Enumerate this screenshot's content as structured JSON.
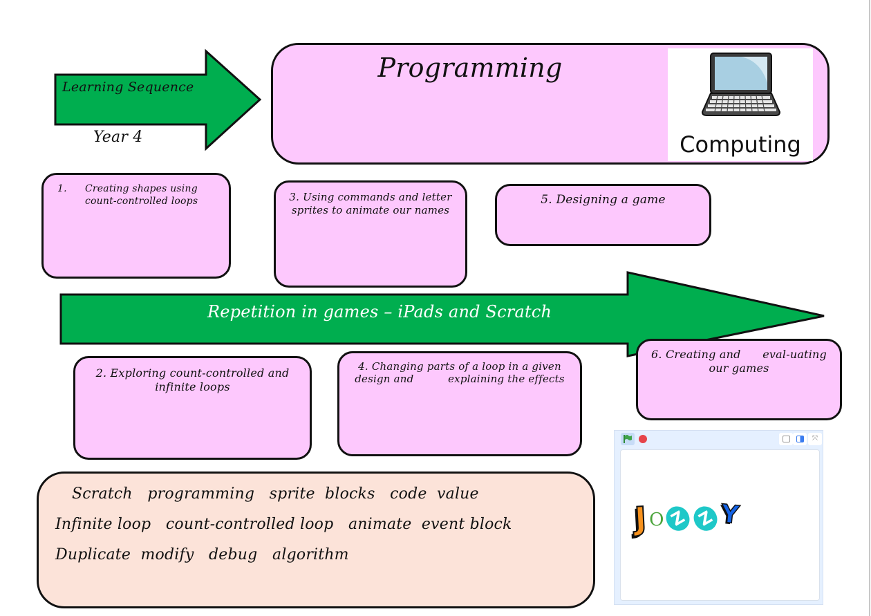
{
  "header": {
    "arrow_label": "Learning Sequence",
    "year": "Year 4",
    "title": "Programming",
    "subject_card": {
      "icon": "laptop-icon",
      "label": "Computing"
    }
  },
  "unit_arrow": {
    "label": "Repetition in games – iPads and Scratch"
  },
  "lessons": [
    {
      "number": "1.",
      "text": "Creating shapes using count-controlled loops"
    },
    {
      "number": "2.",
      "text": "Exploring count-controlled and infinite loops"
    },
    {
      "number": "3.",
      "text": "Using commands and letter sprites to animate our names"
    },
    {
      "number": "4.",
      "text": "Changing parts of a loop in a given design and explaining the effects"
    },
    {
      "number": "5.",
      "text": "Designing a game"
    },
    {
      "number": "6.",
      "text": "Creating and evaluating our games"
    }
  ],
  "lesson_display": {
    "l1_num": "1.",
    "l1_text": "Creating shapes using count-controlled loops",
    "l2": "2. Exploring count-controlled and infinite loops",
    "l3": "3. Using commands and letter sprites to animate our names",
    "l4": "4. Changing parts of a loop in a given design and          explaining the effects",
    "l5": "5. Designing a game",
    "l6": "6. Creating and      eval-uating our games"
  },
  "vocabulary": {
    "lines": [
      "Scratch   programming   sprite  blocks   code  value",
      "Infinite loop   count-controlled loop   animate  event block",
      "Duplicate  modify   debug   algorithm"
    ],
    "words": [
      "Scratch",
      "programming",
      "sprite",
      "blocks",
      "code",
      "value",
      "Infinite loop",
      "count-controlled loop",
      "animate",
      "event block",
      "Duplicate",
      "modify",
      "debug",
      "algorithm"
    ]
  },
  "scratch_stage": {
    "buttons": [
      "green-flag",
      "stop",
      "small-stage",
      "normal-stage",
      "fullscreen"
    ],
    "sprite_letters": [
      "J",
      "O",
      "Z",
      "Z",
      "Y"
    ]
  },
  "colors": {
    "arrow_green": "#00ae4f",
    "box_pink": "#fdc8fd",
    "vocab_peach": "#fce3d9",
    "letter_j": "#f7921e",
    "letter_o": "#4aa43a",
    "letter_z": "#1ec8c8",
    "letter_y": "#1463e6"
  }
}
